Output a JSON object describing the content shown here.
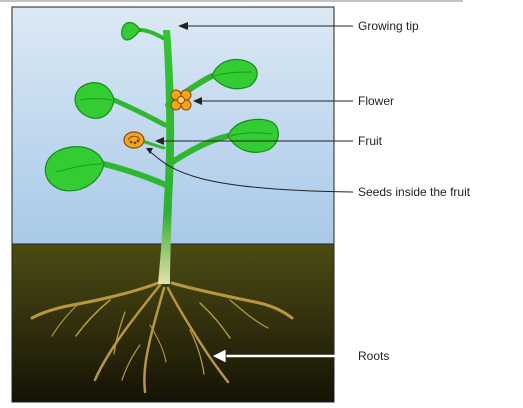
{
  "labels": {
    "growing_tip": "Growing tip",
    "flower": "Flower",
    "fruit": "Fruit",
    "seeds": "Seeds inside the fruit",
    "roots": "Roots"
  },
  "colors": {
    "sky_top": "#d8e7f2",
    "sky_bottom": "#a9c8e6",
    "soil_top": "#4a4a12",
    "soil_bottom": "#161405",
    "leaf": "#33cc33",
    "leaf_stroke": "#1b7f1b",
    "stem": "#2fb82f",
    "root": "#b8963f",
    "flower": "#f0a020",
    "fruit": "#f2a81e"
  }
}
